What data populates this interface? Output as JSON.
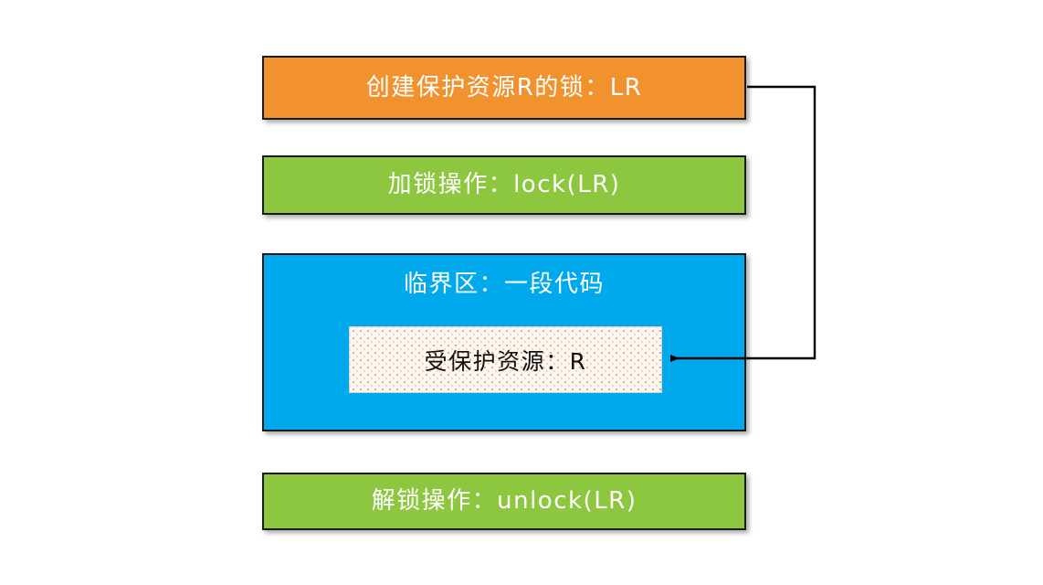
{
  "diagram": {
    "title_text": "",
    "background_color": "#ffffff",
    "boxes": [
      {
        "id": "create-lock",
        "label": "创建保护资源R的锁：LR",
        "color": "#f2922f",
        "text_color": "#ffffff"
      },
      {
        "id": "lock-op",
        "label": "加锁操作：lock(LR)",
        "color": "#8dc63f",
        "text_color": "#ffffff"
      },
      {
        "id": "critical-section",
        "label": "临界区：一段代码",
        "color": "#00a8ec",
        "text_color": "#ffffff"
      },
      {
        "id": "protected-resource",
        "label": "受保护资源：R",
        "color": "#fdf7f3",
        "text_color": "#111111"
      },
      {
        "id": "unlock-op",
        "label": "解锁操作：unlock(LR)",
        "color": "#8dc63f",
        "text_color": "#ffffff"
      }
    ],
    "connector": {
      "name": "lock-to-resource-arrow",
      "from": "create-lock",
      "to": "protected-resource",
      "color": "#000000",
      "style": "elbow-arrow"
    }
  }
}
